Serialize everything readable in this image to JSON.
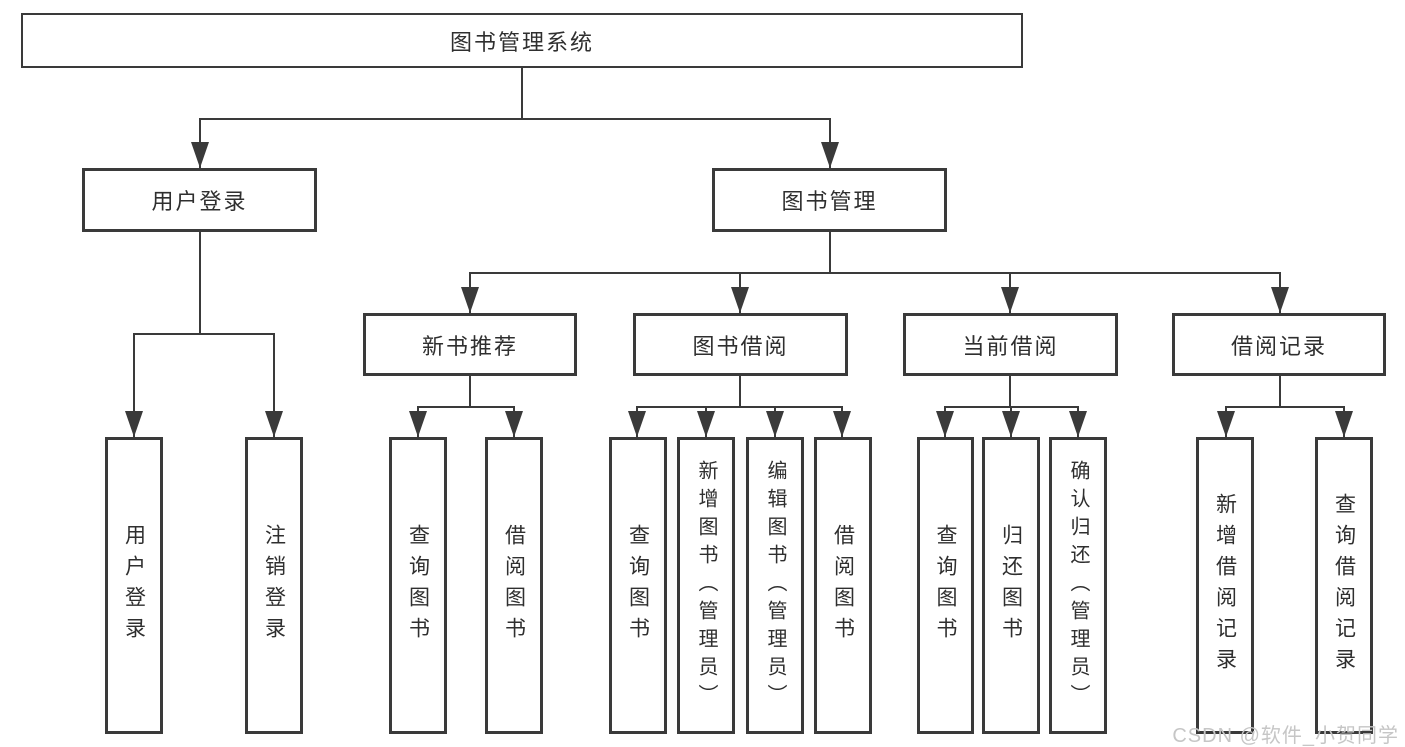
{
  "diagram": {
    "watermark": "CSDN @软件_小贺同学",
    "colors": {
      "line": "#3a3a3a",
      "text": "#2f2f2f",
      "box_background": "#ffffff",
      "watermark": "#c6c6c6"
    },
    "nodes": {
      "root": "图书管理系统",
      "user_login": "用户登录",
      "book_mgmt": "图书管理",
      "new_books": "新书推荐",
      "book_borrow": "图书借阅",
      "current_borrow": "当前借阅",
      "borrow_records": "借阅记录",
      "leaves": {
        "user_login_leaf": "用户登录",
        "logout": "注销登录",
        "nb_query": "查询图书",
        "nb_borrow": "借阅图书",
        "bb_query": "查询图书",
        "bb_add": "新增图书（管理员）",
        "bb_edit": "编辑图书（管理员）",
        "bb_borrow": "借阅图书",
        "cb_query": "查询图书",
        "cb_return": "归还图书",
        "cb_confirm": "确认归还（管理员）",
        "br_add": "新增借阅记录",
        "br_query": "查询借阅记录"
      }
    }
  }
}
